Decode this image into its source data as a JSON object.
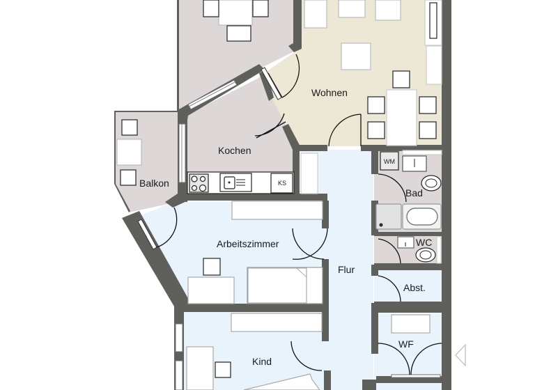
{
  "plan": {
    "type": "apartment-floor-plan",
    "colors": {
      "wall": "#5f605c",
      "living_floor": "#ede7d6",
      "kitchen_balcony_floor": "#ddd7d7",
      "bath_floor": "#ddd7d7",
      "room_floor": "#e8f3fb",
      "furniture": "#ffffff",
      "furniture_outline": "#9a9a9a"
    },
    "rooms": [
      {
        "id": "wohnen",
        "label": "Wohnen"
      },
      {
        "id": "kochen",
        "label": "Kochen"
      },
      {
        "id": "balkon",
        "label": "Balkon"
      },
      {
        "id": "bad",
        "label": "Bad"
      },
      {
        "id": "wc",
        "label": "WC"
      },
      {
        "id": "arbeitszimmer",
        "label": "Arbeitszimmer"
      },
      {
        "id": "flur",
        "label": "Flur"
      },
      {
        "id": "abst",
        "label": "Abst."
      },
      {
        "id": "wf",
        "label": "WF"
      },
      {
        "id": "kind",
        "label": "Kind"
      }
    ],
    "fixtures": {
      "washing_machine": "WM",
      "fridge": "KS"
    },
    "entrance_marker": "entrance-arrow"
  }
}
